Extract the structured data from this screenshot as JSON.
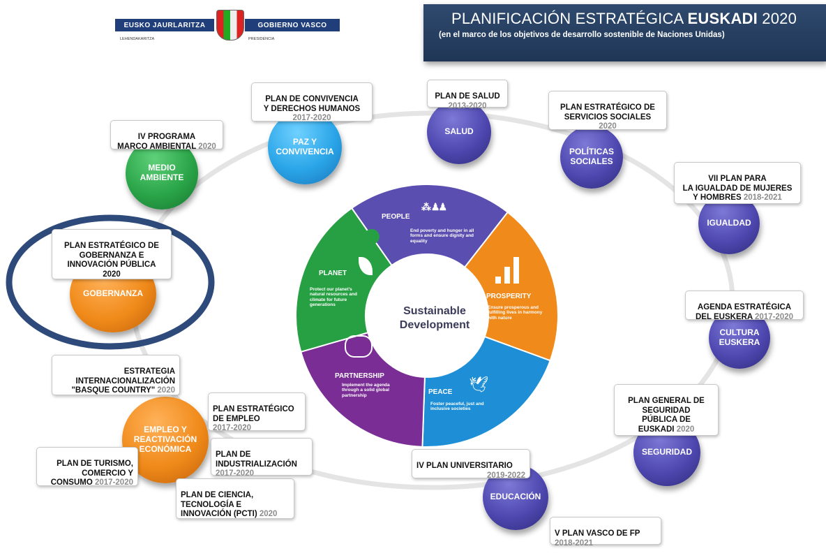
{
  "logo": {
    "left_text": "EUSKO JAURLARITZA",
    "right_text": "GOBIERNO VASCO",
    "left_sub": "LEHENDAKARITZA",
    "right_sub": "PRESIDENCIA"
  },
  "header": {
    "title_main": "PLANIFICACIÓN ESTRATÉGICA ",
    "title_bold": "EUSKADI",
    "title_year": " 2020",
    "subtitle": "(en el marco de los objetivos de desarrollo sostenible de Naciones Unidas)"
  },
  "center": {
    "title_line1": "Sustainable",
    "title_line2": "Development",
    "segments": {
      "people": {
        "title": "PEOPLE",
        "text": "End poverty and hunger in all forms and ensure dignity and equality"
      },
      "prosperity": {
        "title": "PROSPERITY",
        "text": "Ensure prosperous and fulfilling lives in harmony with nature"
      },
      "peace": {
        "title": "PEACE",
        "text": "Foster peaceful, just and inclusive societies"
      },
      "partnership": {
        "title": "PARTNERSHIP",
        "text": "Implement the agenda through a solid global partnership"
      },
      "planet": {
        "title": "PLANET",
        "text": "Protect our planet's natural resources and climate for future generations"
      }
    }
  },
  "nodes": {
    "salud": "SALUD",
    "politicas": "POLÍTICAS\nSOCIALES",
    "igualdad": "IGUALDAD",
    "cultura": "CULTURA\nEUSKERA",
    "seguridad": "SEGURIDAD",
    "educacion": "EDUCACIÓN",
    "empleo": "EMPLEO Y\nREACTIVACIÓN\nECONÓMICA",
    "gobernanza": "GOBERNANZA",
    "medio": "MEDIO\nAMBIENTE",
    "paz": "PAZ Y\nCONVIVENCIA"
  },
  "plans": {
    "salud": {
      "name": "PLAN DE SALUD",
      "year": "2013-2020"
    },
    "politicas": {
      "name": "PLAN ESTRATÉGICO DE\nSERVICIOS SOCIALES",
      "year": "2020"
    },
    "igualdad": {
      "name": "VII PLAN PARA\nLA IGUALDAD DE MUJERES\nY HOMBRES",
      "year": "2018-2021"
    },
    "cultura": {
      "name": "AGENDA ESTRATÉGICA\nDEL EUSKERA",
      "year": "2017-2020"
    },
    "seguridad": {
      "name": "PLAN  GENERAL DE\nSEGURIDAD\nPÚBLICA DE\nEUSKADI",
      "year": "2020"
    },
    "universitario": {
      "name": "IV PLAN UNIVERSITARIO",
      "year": "2019-2022"
    },
    "fp": {
      "name": "V PLAN VASCO DE FP",
      "year": "2018-2021"
    },
    "ciencia": {
      "name": "PLAN DE CIENCIA,\nTECNOLOGÍA E\nINNOVACIÓN (PCTI)",
      "year": "2020"
    },
    "industrializacion": {
      "name": "PLAN DE\nINDUSTRIALIZACIÓN",
      "year": "2017-2020"
    },
    "empleo": {
      "name": "PLAN ESTRATÉGICO\nDE EMPLEO",
      "year": "2017-2020"
    },
    "turismo": {
      "name": "PLAN DE TURISMO,\nCOMERCIO Y\nCONSUMO",
      "year": "2017-2020"
    },
    "internacionalizacion": {
      "name": "ESTRATEGIA\nINTERNACIONALIZACIÓN\n\"BASQUE COUNTRY\"",
      "year": "2020"
    },
    "gobernanza": {
      "name": "PLAN ESTRATÉGICO DE\nGOBERNANZA E\nINNOVACIÓN PÚBLICA",
      "year": "2020"
    },
    "medio": {
      "name": "IV PROGRAMA\nMARCO AMBIENTAL",
      "year": "2020"
    },
    "paz": {
      "name": "PLAN DE CONVIVENCIA\nY DERECHOS HUMANOS",
      "year": "2017-2020"
    }
  },
  "colors": {
    "people": "#5a4fb0",
    "prosperity": "#f08a1a",
    "peace": "#1e8fd6",
    "partnership": "#7b2d96",
    "planet": "#27a043",
    "highlight_ring": "#2d4a7a",
    "header": "#25406a"
  }
}
